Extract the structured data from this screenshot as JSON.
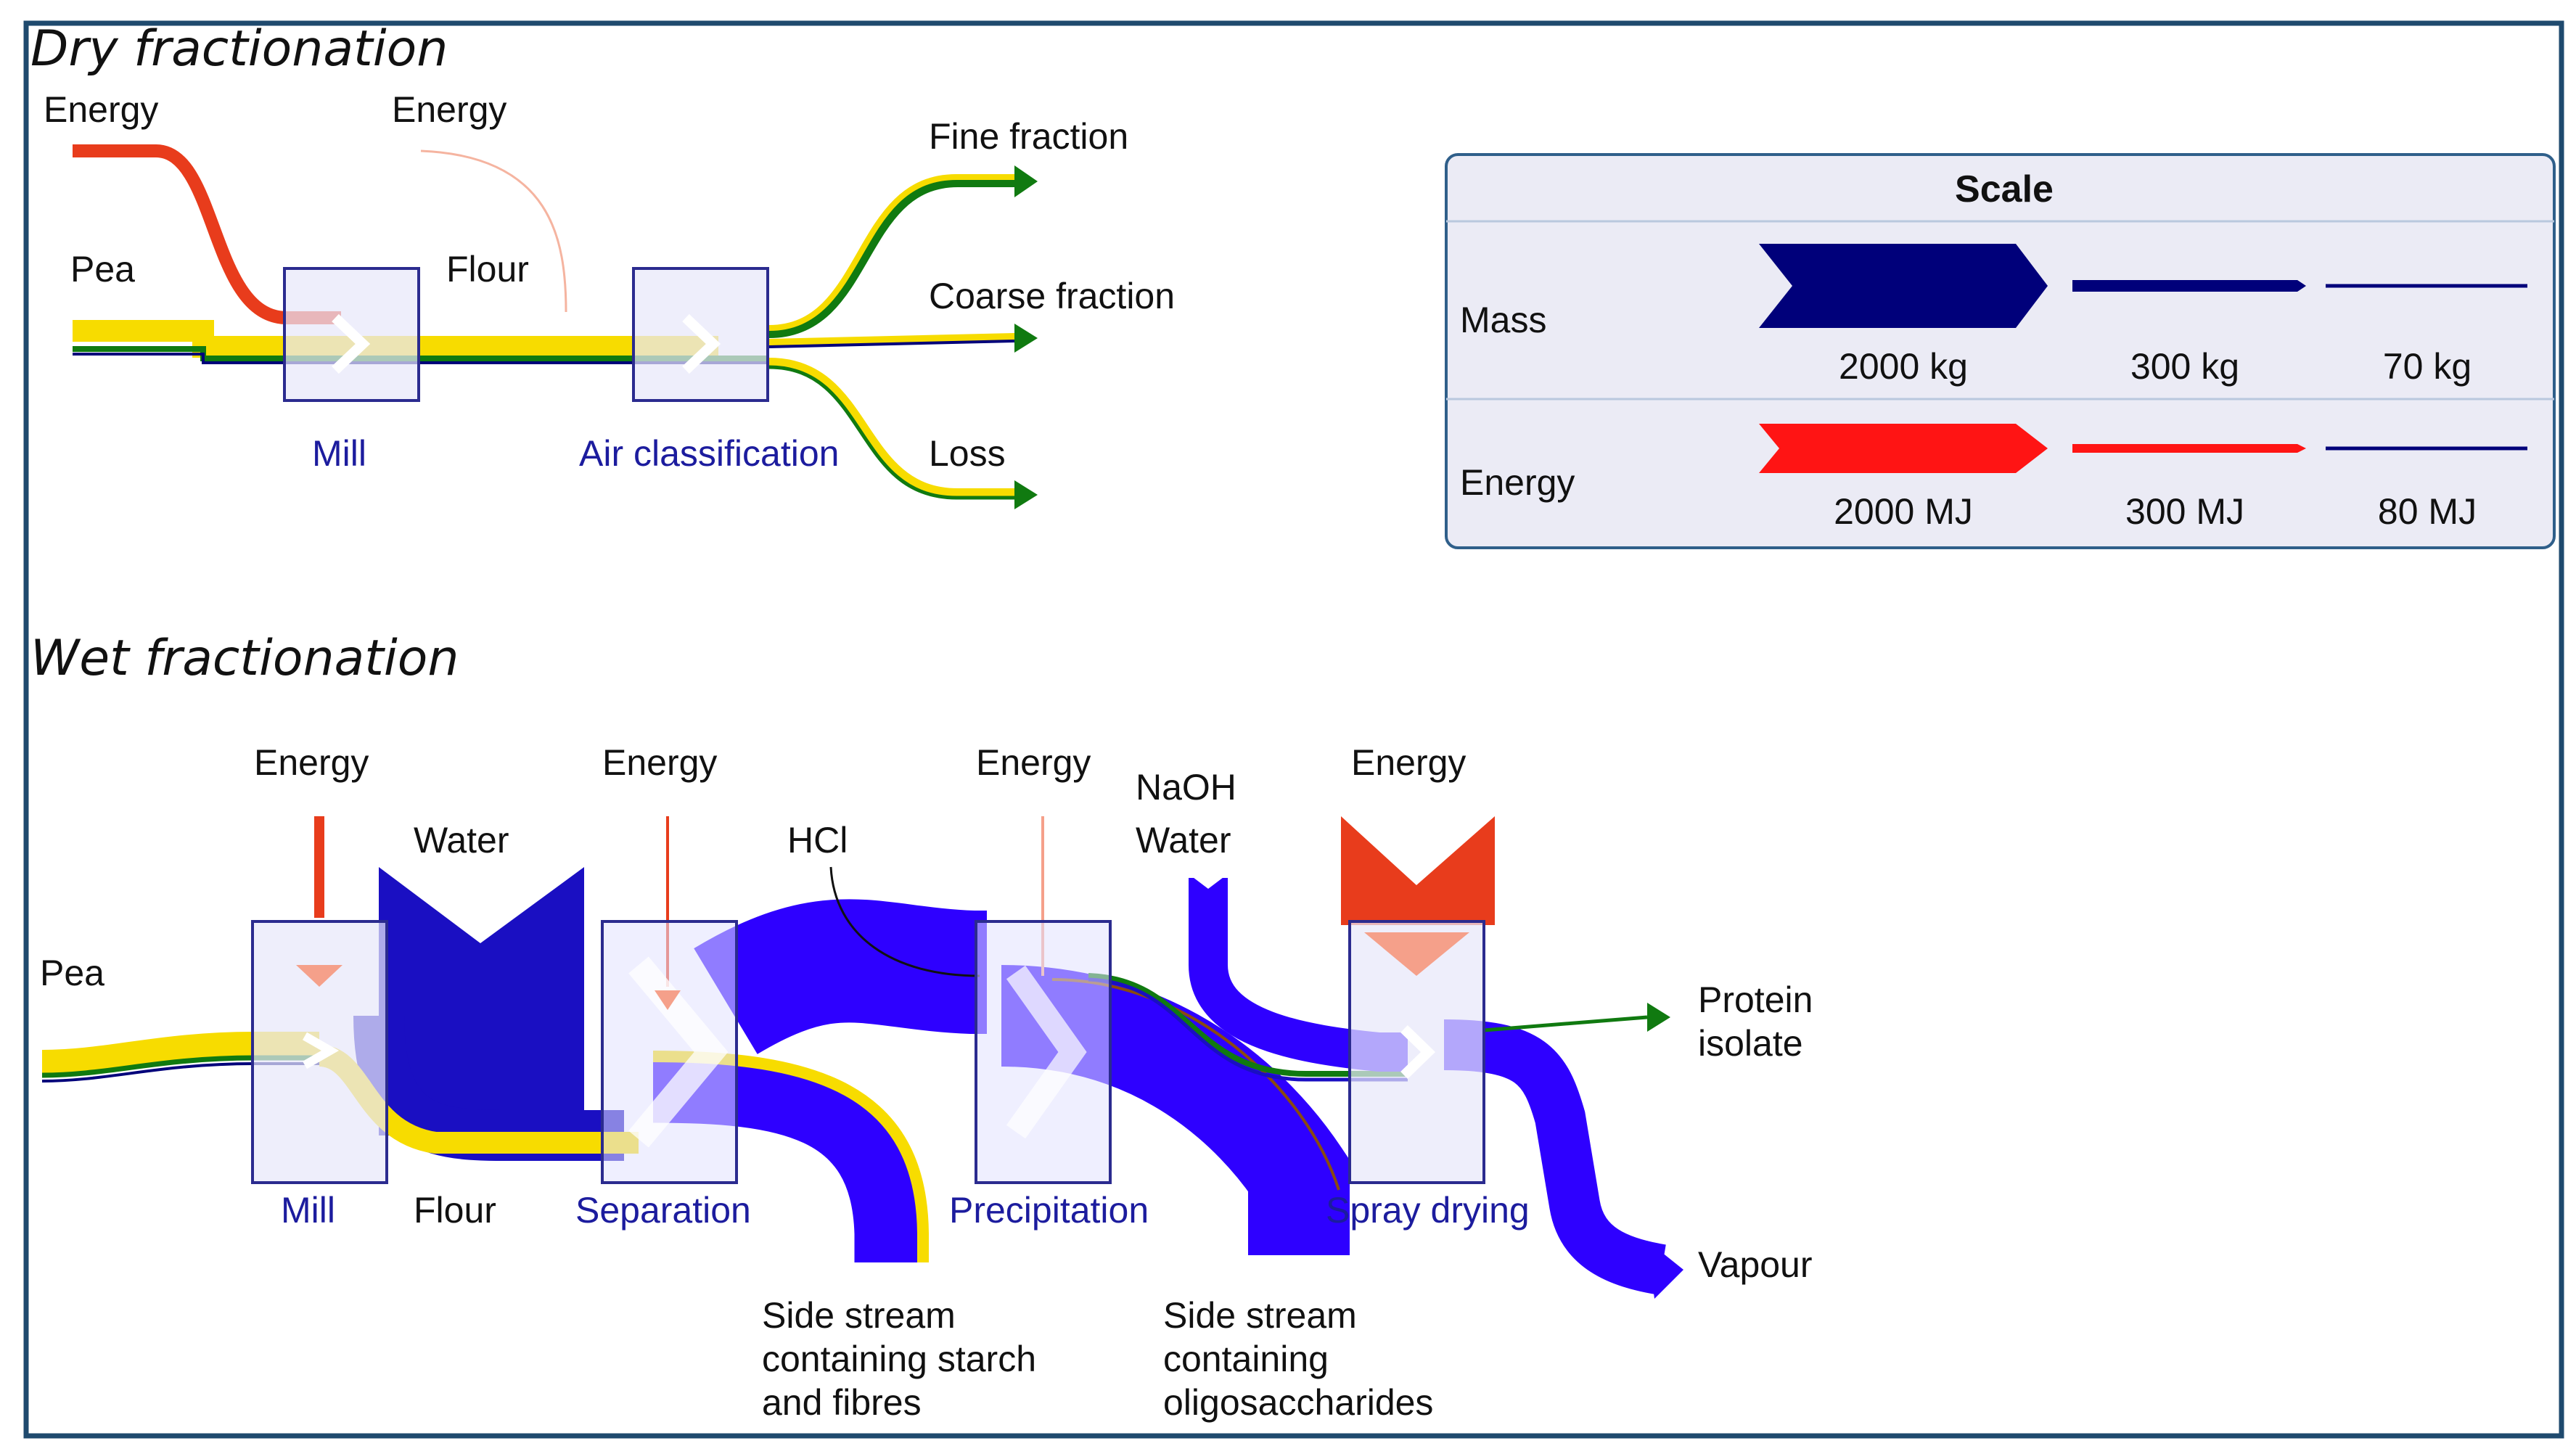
{
  "colors": {
    "mass": "#00007a",
    "mass_stream": "#2e00ff",
    "mass_light": "#9a97ff",
    "energy": "#e83c1c",
    "energy_light": "#f5a08a",
    "scale_energy": "#ff1414",
    "starch": "#f7dc00",
    "protein": "#107a10",
    "frame": "#1f4a6e",
    "process_box": "#2b2b8f"
  },
  "dry": {
    "title": "Dry fractionation",
    "inputs": {
      "energy1": "Energy",
      "energy2": "Energy",
      "pea": "Pea",
      "flour": "Flour"
    },
    "processes": {
      "mill": "Mill",
      "air_classification": "Air classification"
    },
    "outputs": {
      "fine": "Fine fraction",
      "coarse": "Coarse fraction",
      "loss": "Loss"
    }
  },
  "scale": {
    "title": "Scale",
    "mass_label": "Mass",
    "energy_label": "Energy",
    "mass_values": [
      "2000 kg",
      "300 kg",
      "70 kg"
    ],
    "energy_values": [
      "2000 MJ",
      "300 MJ",
      "80 MJ"
    ]
  },
  "wet": {
    "title": "Wet fractionation",
    "inputs": {
      "energy1": "Energy",
      "energy2": "Energy",
      "energy3": "Energy",
      "energy4": "Energy",
      "water": "Water",
      "hcl": "HCl",
      "naoh": "NaOH",
      "water2": "Water",
      "pea": "Pea",
      "flour": "Flour"
    },
    "processes": {
      "mill": "Mill",
      "separation": "Separation",
      "precipitation": "Precipitation",
      "spray_drying": "Spray drying"
    },
    "outputs": {
      "protein_line1": "Protein",
      "protein_line2": "isolate",
      "vapour": "Vapour",
      "side1_line1": "Side stream",
      "side1_line2": "containing starch",
      "side1_line3": "and fibres",
      "side2_line1": "Side stream",
      "side2_line2": "containing",
      "side2_line3": "oligosaccharides"
    }
  }
}
